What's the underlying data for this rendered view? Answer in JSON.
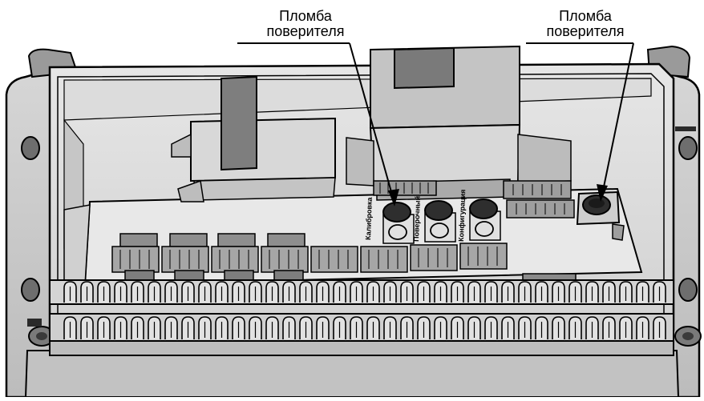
{
  "callouts": {
    "left": {
      "line1": "Пломба",
      "line2": "поверителя"
    },
    "right": {
      "line1": "Пломба",
      "line2": "поверителя"
    }
  },
  "board_labels": {
    "calibration": "Калибровка",
    "verification": "Поверочный",
    "configuration": "Конфигурация"
  },
  "colors": {
    "outline": "#000000",
    "housing": "#c8c8c8",
    "housing_dark": "#8c8c8c",
    "board": "#e4e4e4",
    "terminal": "#9a9a9a",
    "transformer": "#b4b4b4",
    "label_bg": "#ffffff"
  }
}
